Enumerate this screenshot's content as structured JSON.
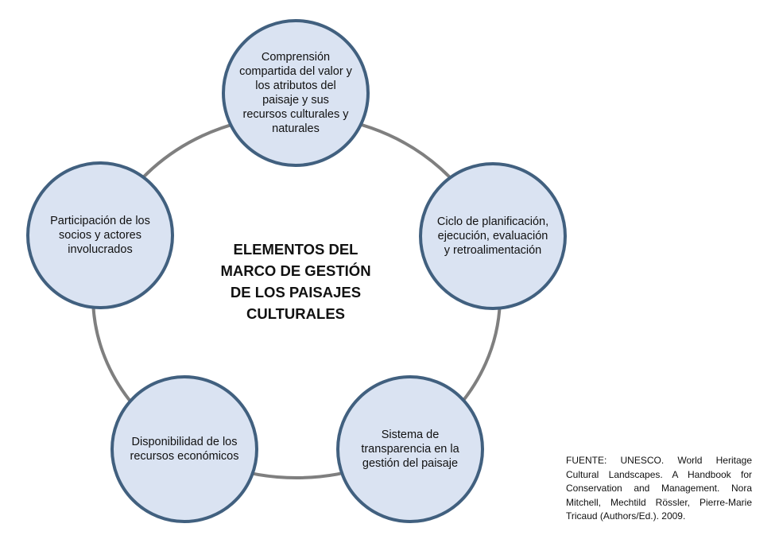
{
  "diagram": {
    "center_title": "ELEMENTOS DEL\nMARCO DE GESTIÓN\nDE LOS PAISAJES\nCULTURALES",
    "nodes": [
      {
        "text": "Comprensión\ncompartida del valor y\nlos atributos del\npaisaje y sus\nrecursos culturales y\nnaturales"
      },
      {
        "text": "Ciclo de planificación,\nejecución, evaluación\ny retroalimentación"
      },
      {
        "text": "Sistema de\ntransparencia en la\ngestión del paisaje"
      },
      {
        "text": "Disponibilidad de los\nrecursos económicos"
      },
      {
        "text": "Participación de los\nsocios y actores\ninvolucrados"
      }
    ],
    "colors": {
      "node_fill": "#dae3f2",
      "node_border": "#41607f",
      "ring": "#7f7f7f"
    }
  },
  "source_note": "FUENTE: UNESCO. World Heritage Cultural Landscapes. A Handbook for Conservation and Management. Nora Mitchell, Mechtild Rössler, Pierre-Marie Tricaud (Authors/Ed.). 2009."
}
